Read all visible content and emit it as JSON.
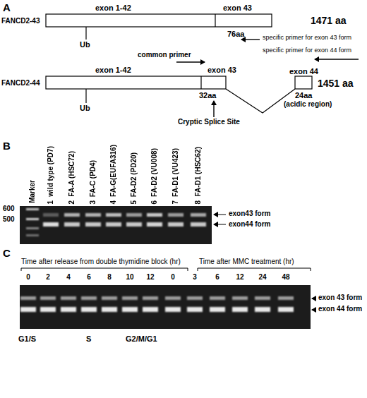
{
  "diagram": {
    "labels": [
      "A",
      "exon 1-42",
      "exon 43",
      "FANCD2-43",
      "1471 aa",
      "76aa",
      "specific primer for exon 43 form",
      "Ub",
      "common primer",
      "exon 1-42",
      "exon 43",
      "specific primer for exon 44 form",
      "exon 44",
      "FANCD2-44",
      "1451 aa",
      "32aa",
      "24aa",
      "(acidic region)",
      "Ub",
      "Cryptic Splice Site",
      "B",
      "Marker",
      "1",
      "wild type (PD7)",
      "2",
      "FA-A (HSC72)",
      "3",
      "FA-C (PD4)",
      "4",
      "FA-G(EUFA316)",
      "5",
      "FA-D2 (PD20)",
      "6",
      "FA-D2 (VU008)",
      "7",
      "FA-D1 (VU423)",
      "8",
      "FA-D1 (HSC62)",
      "600",
      "500",
      "exon43 form",
      "exon44 form",
      "C",
      "Time after release from double thymidine block (hr)",
      "Time after MMC treatment (hr)",
      "0",
      "2",
      "4",
      "6",
      "8",
      "10",
      "12",
      "0",
      "3",
      "6",
      "12",
      "24",
      "48",
      "exon 43 form",
      "exon 44 form",
      "G1/S",
      "S",
      "G2/M/G1"
    ]
  }
}
